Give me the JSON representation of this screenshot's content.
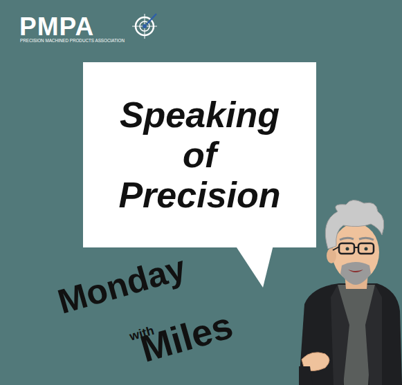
{
  "diagram": {
    "nodes": [
      {
        "text": [
          "Speaking of Precision"
        ]
      }
    ],
    "labels": [
      "PMPA",
      "PRECISION MACHINED PRODUCTS ASSOCIATION",
      "Monday",
      "with",
      "Miles"
    ]
  }
}
